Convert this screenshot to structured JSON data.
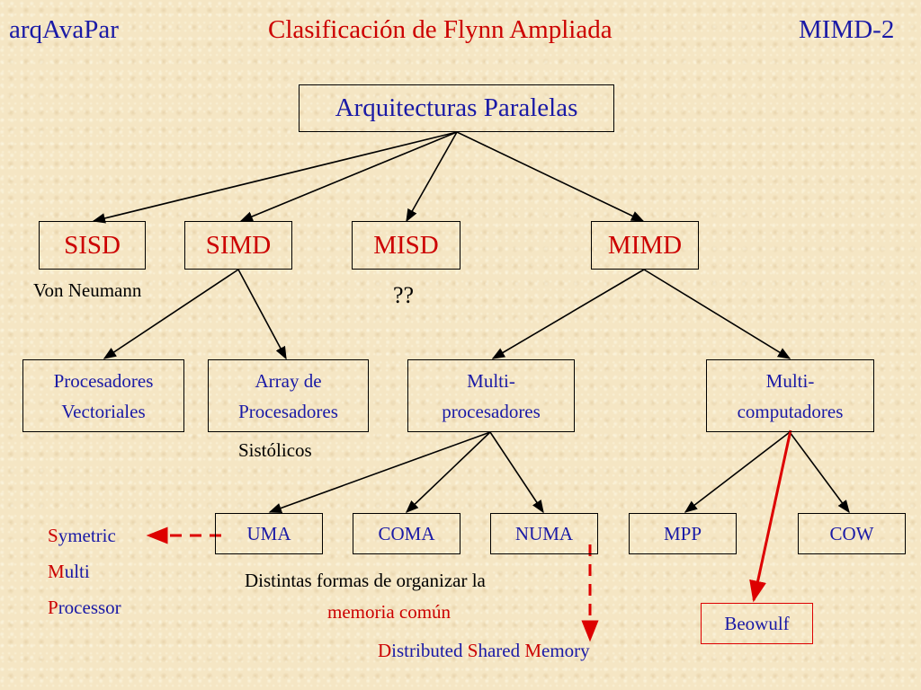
{
  "header": {
    "left": "arqAvaPar",
    "title": "Clasificación de Flynn Ampliada",
    "right": "MIMD-2"
  },
  "root": {
    "label": "Arquitecturas Paralelas"
  },
  "level1": {
    "sisd": "SISD",
    "simd": "SIMD",
    "misd": "MISD",
    "mimd": "MIMD"
  },
  "notes": {
    "sisd": "Von Neumann",
    "misd": "??",
    "array": "Sistólicos"
  },
  "level2": {
    "vect_1": "Procesadores",
    "vect_2": "Vectoriales",
    "array_1": "Array de",
    "array_2": "Procesadores",
    "mp_1": "Multi-",
    "mp_2": "procesadores",
    "mc_1": "Multi-",
    "mc_2": "computadores"
  },
  "level3": {
    "uma": "UMA",
    "coma": "COMA",
    "numa": "NUMA",
    "mpp": "MPP",
    "cow": "COW"
  },
  "smp": {
    "l1_first": "S",
    "l1_rest": "ymetric",
    "l2_first": "M",
    "l2_rest": "ulti",
    "l3_first": "P",
    "l3_rest": "rocessor"
  },
  "memory_note": {
    "line1": "Distintas formas de organizar la",
    "line2": "memoria común"
  },
  "dsm": {
    "p1": "D",
    "p2": "istributed ",
    "p3": "S",
    "p4": "hared ",
    "p5": "M",
    "p6": "emory"
  },
  "beowulf": "Beowulf",
  "colors": {
    "title_red": "#cc0000",
    "node_blue": "#1a1aa6",
    "background": "#f5e6c4"
  }
}
